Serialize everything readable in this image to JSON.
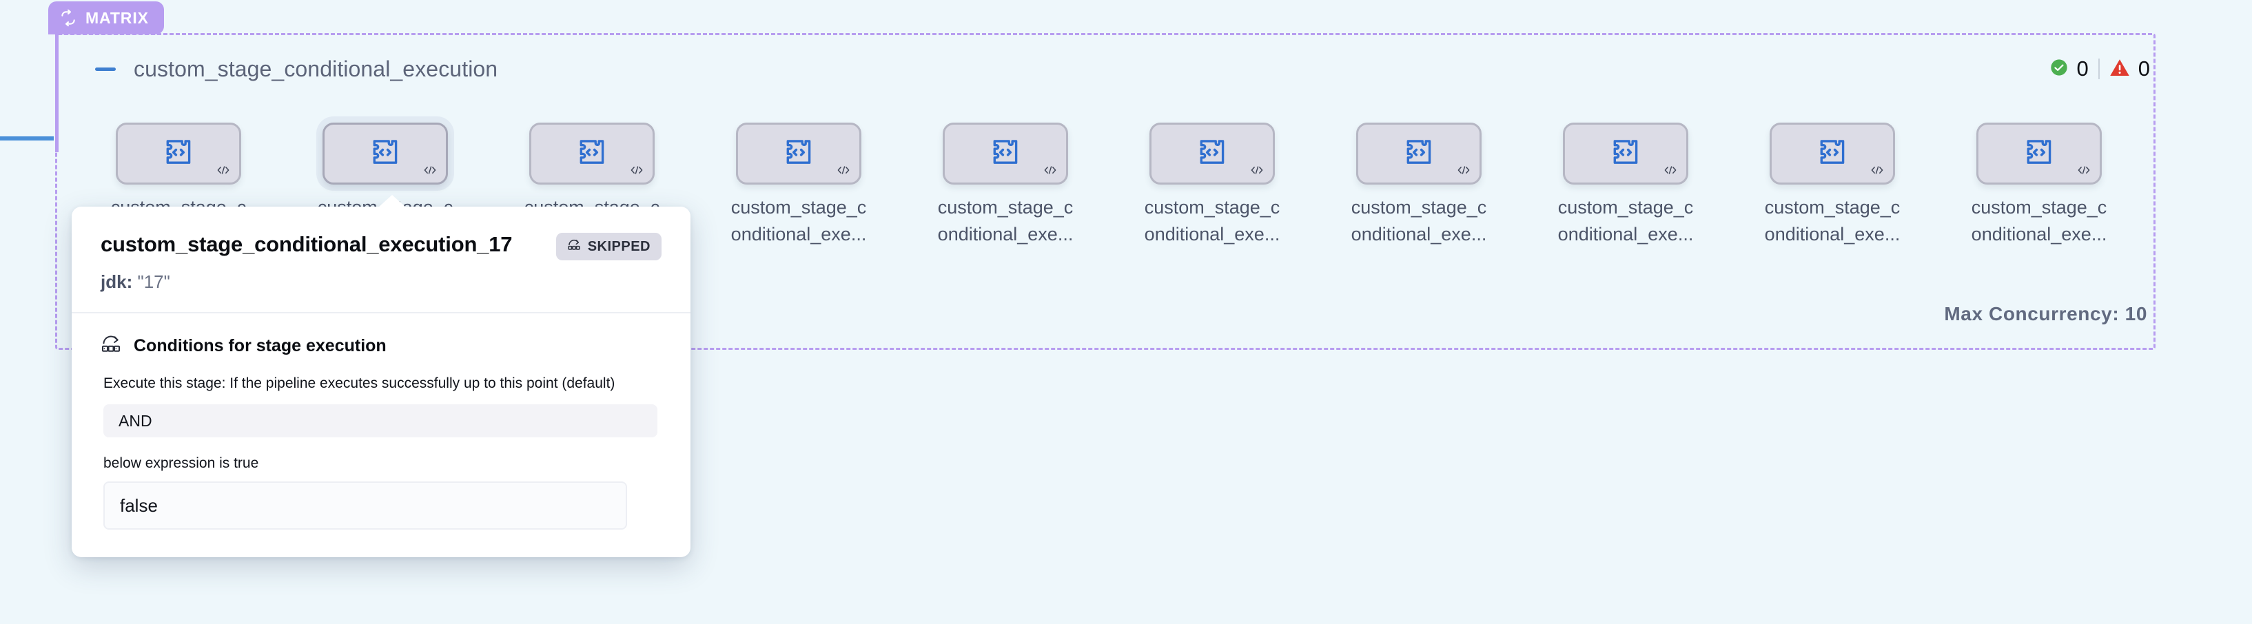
{
  "group": {
    "badge_label": "MATRIX",
    "badge_icon": "loop-icon",
    "title": "custom_stage_conditional_execution",
    "collapse_icon": "minus-icon",
    "max_concurrency": "Max Concurrency: 10"
  },
  "status": {
    "success_icon": "check-circle-icon",
    "success_count": "0",
    "warning_icon": "warning-triangle-icon",
    "warning_count": "0"
  },
  "nodes": [
    {
      "label": "custom_stage_c\nonditional_exe...",
      "icon": "plugin-code-icon",
      "corner_icon": "code-icon",
      "selected": false
    },
    {
      "label": "custom_stage_c\nonditional_exe...",
      "icon": "plugin-code-icon",
      "corner_icon": "code-icon",
      "selected": true
    },
    {
      "label": "custom_stage_c\nonditional_exe...",
      "icon": "plugin-code-icon",
      "corner_icon": "code-icon",
      "selected": false
    },
    {
      "label": "custom_stage_c\nonditional_exe...",
      "icon": "plugin-code-icon",
      "corner_icon": "code-icon",
      "selected": false
    },
    {
      "label": "custom_stage_c\nonditional_exe...",
      "icon": "plugin-code-icon",
      "corner_icon": "code-icon",
      "selected": false
    },
    {
      "label": "custom_stage_c\nonditional_exe...",
      "icon": "plugin-code-icon",
      "corner_icon": "code-icon",
      "selected": false
    },
    {
      "label": "custom_stage_c\nonditional_exe...",
      "icon": "plugin-code-icon",
      "corner_icon": "code-icon",
      "selected": false
    },
    {
      "label": "custom_stage_c\nonditional_exe...",
      "icon": "plugin-code-icon",
      "corner_icon": "code-icon",
      "selected": false
    },
    {
      "label": "custom_stage_c\nonditional_exe...",
      "icon": "plugin-code-icon",
      "corner_icon": "code-icon",
      "selected": false
    },
    {
      "label": "custom_stage_c\nonditional_exe...",
      "icon": "plugin-code-icon",
      "corner_icon": "code-icon",
      "selected": false
    }
  ],
  "popover": {
    "title": "custom_stage_conditional_execution_17",
    "status_badge": "SKIPPED",
    "status_badge_icon": "skip-icon",
    "matrix_key": "jdk:",
    "matrix_value": "\"17\"",
    "conditions_icon": "conditions-icon",
    "conditions_title": "Conditions for stage execution",
    "execute_desc": "Execute this stage: If the pipeline executes successfully up to this point (default)",
    "operator_value": "AND",
    "expression_label": "below expression is true",
    "expression_value": "false"
  },
  "colors": {
    "canvas": "#eef7fb",
    "matrix_purple": "#b79df0",
    "connector_blue": "#4a90d9",
    "node_fill": "#dcdce6",
    "node_border": "#b6b7c4",
    "icon_blue": "#2f6fd0",
    "success_green": "#4caf50",
    "warning_red": "#e03b2f",
    "title_slate": "#5c6479"
  }
}
